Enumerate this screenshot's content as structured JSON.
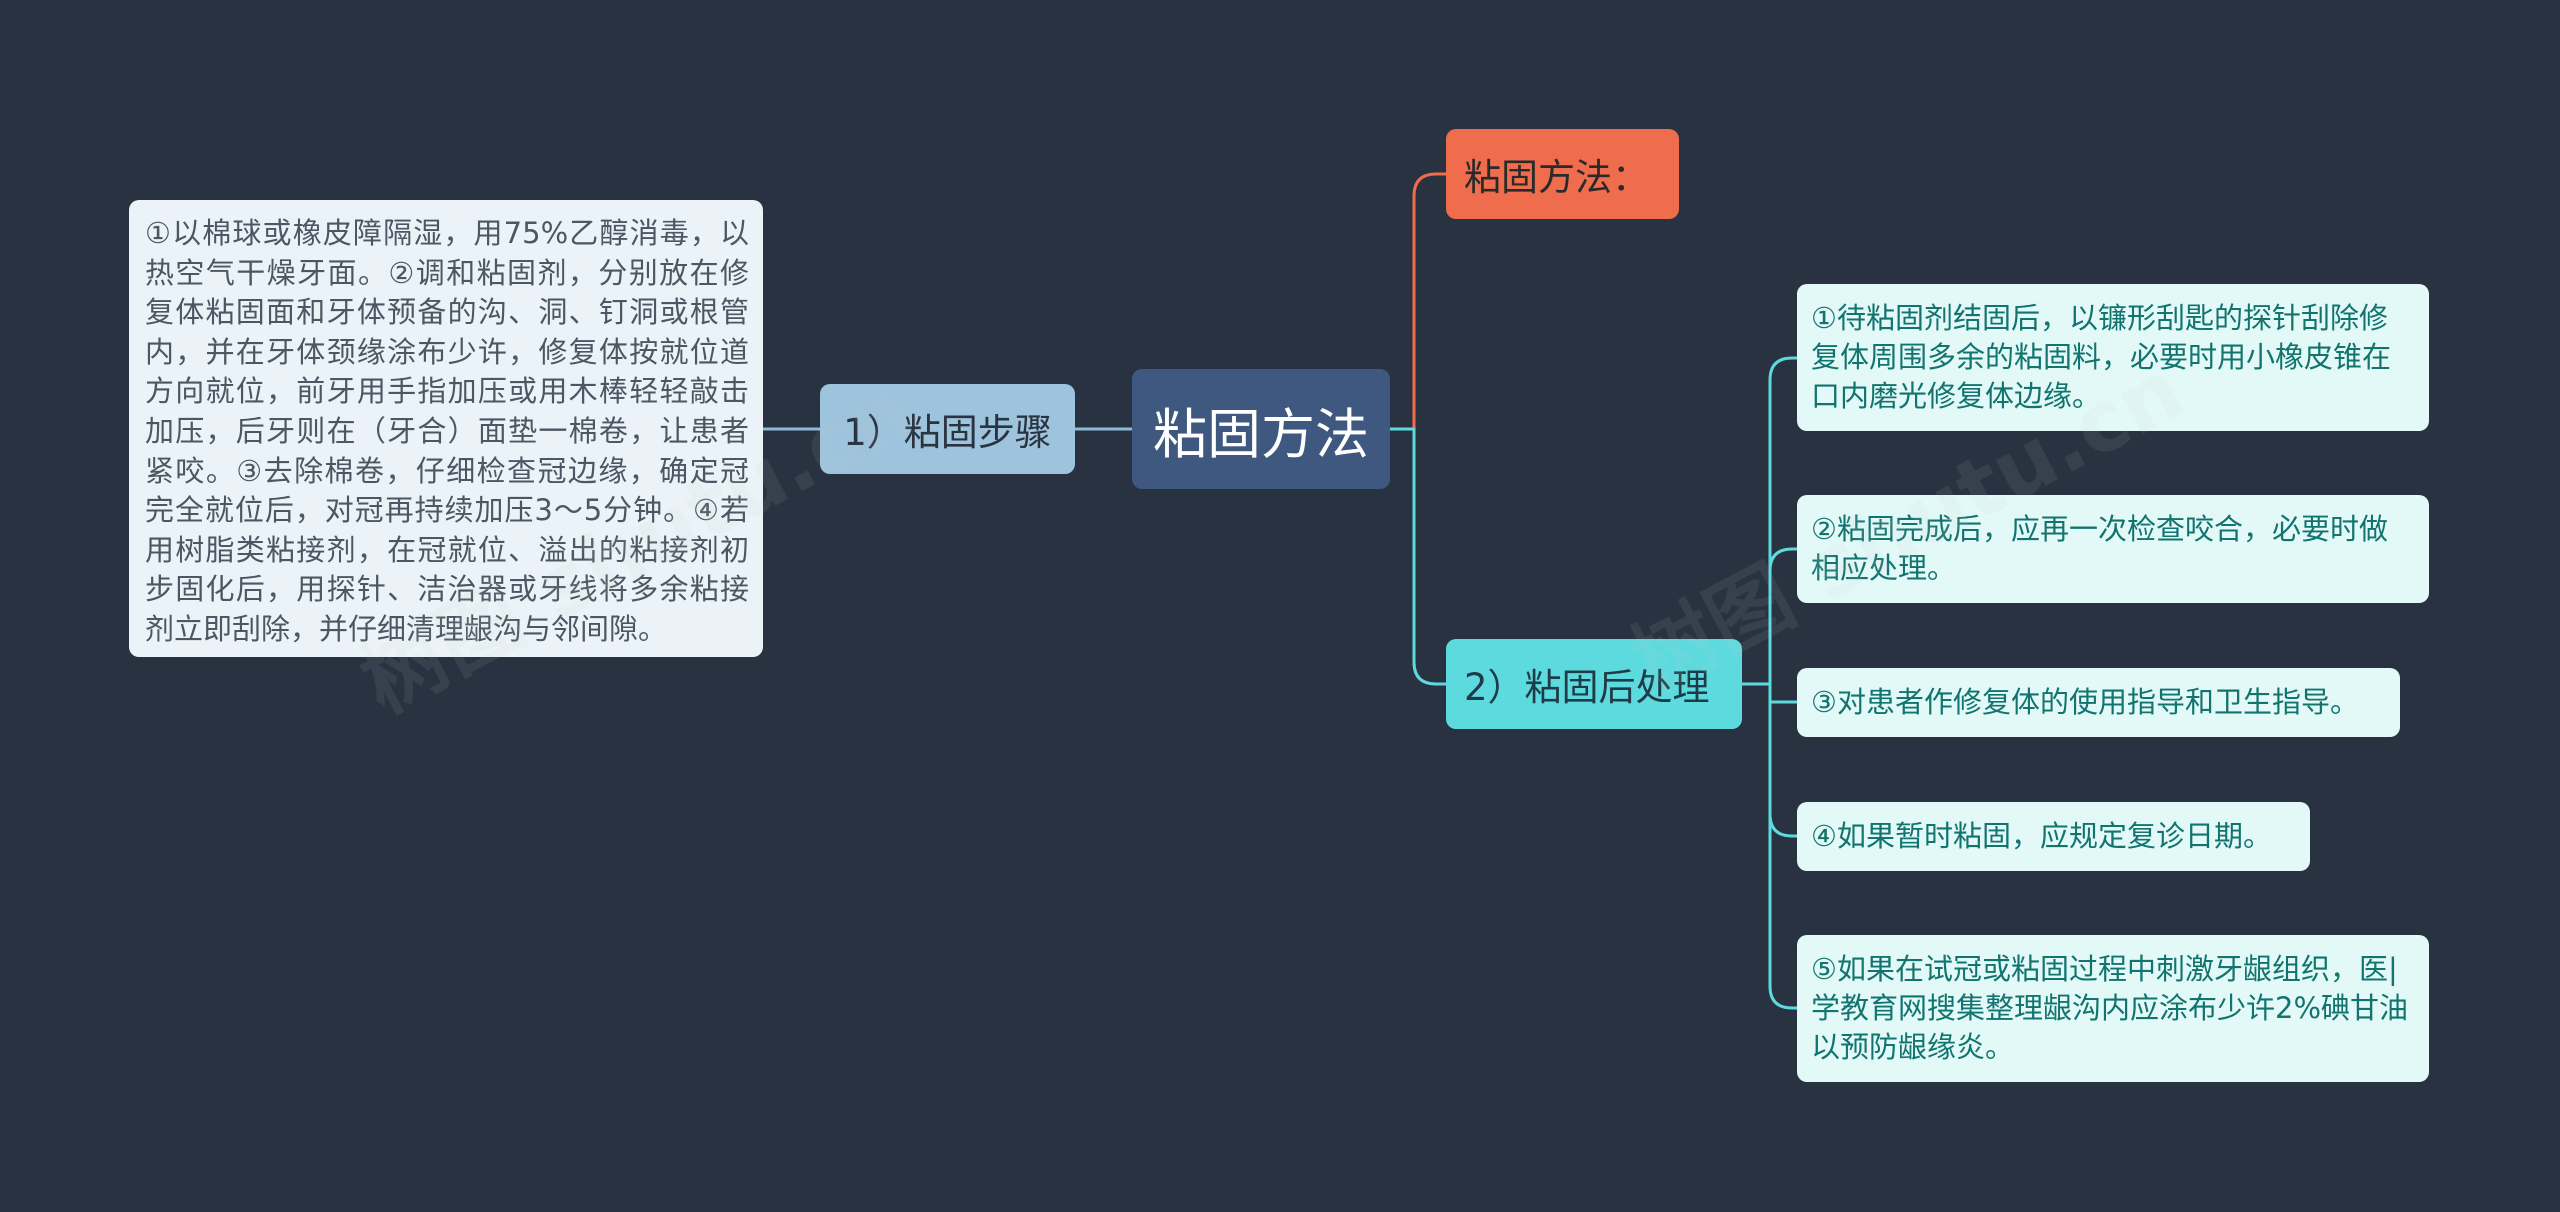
{
  "root": {
    "label": "粘固方法"
  },
  "left_branch": {
    "label": "1）粘固步骤",
    "detail": "①以棉球或橡皮障隔湿，用75%乙醇消毒，以热空气干燥牙面。②调和粘固剂，分别放在修复体粘固面和牙体预备的沟、洞、钉洞或根管内，并在牙体颈缘涂布少许，修复体按就位道方向就位，前牙用手指加压或用木棒轻轻敲击加压，后牙则在（牙合）面垫一棉卷，让患者紧咬。③去除棉卷，仔细检查冠边缘，确定冠完全就位后，对冠再持续加压3～5分钟。④若用树脂类粘接剂，在冠就位、溢出的粘接剂初步固化后，用探针、洁治器或牙线将多余粘接剂立即刮除，并仔细清理龈沟与邻间隙。"
  },
  "right_branches": {
    "method": {
      "label": "粘固方法："
    },
    "post": {
      "label": "2）粘固后处理",
      "items": [
        "①待粘固剂结固后，以镰形刮匙的探针刮除修复体周围多余的粘固料，必要时用小橡皮锥在口内磨光修复体边缘。",
        "②粘固完成后，应再一次检查咬合，必要时做相应处理。",
        "③对患者作修复体的使用指导和卫生指导。",
        "④如果暂时粘固，应规定复诊日期。",
        "⑤如果在试冠或粘固过程中刺激牙龈组织，医|学教育网搜集整理龈沟内应涂布少许2%碘甘油以预防龈缘炎。"
      ]
    }
  },
  "watermark": {
    "text": "树图 shutu.cn"
  },
  "colors": {
    "background": "#283240",
    "root": "#3f587f",
    "left_branch": "#9ec3dd",
    "method_node": "#ef6c4c",
    "post_node": "#5ddadd",
    "leaf": "#e2f9f8",
    "line_blue": "#8fb9d6",
    "line_orange": "#ef6c4c",
    "line_cyan": "#5ddadd"
  }
}
